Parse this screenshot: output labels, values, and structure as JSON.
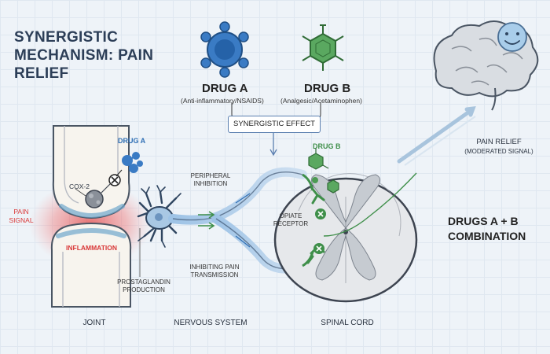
{
  "title": "SYNERGISTIC MECHANISM: PAIN RELIEF",
  "drug_a": {
    "name": "DRUG A",
    "description": "(Anti-inflammatory/NSAIDS)",
    "tag": "DRUG A"
  },
  "drug_b": {
    "name": "DRUG B",
    "description": "(Analgesic/Acetaminophen)",
    "tag": "DRUG B"
  },
  "synergy": {
    "label": "SYNERGISTIC EFFECT"
  },
  "joint": {
    "cox2": "COX-2",
    "pain_signal": "PAIN SIGNAL",
    "inflammation": "INFLAMMATION",
    "prostaglandin": "PROSTAGLANDIN PRODUCTION"
  },
  "nerve": {
    "peripheral": "PERIPHERAL INHIBITION",
    "inhibiting": "INHIBITING PAIN TRANSMISSION"
  },
  "spinal": {
    "opiate": "OPIATE RECEPTOR"
  },
  "brain": {
    "pain_relief": "PAIN RELIEF",
    "moderated": "(MODERATED SIGNAL)"
  },
  "combination": "DRUGS A + B COMBINATION",
  "captions": {
    "joint": "JOINT",
    "nervous": "NERVOUS SYSTEM",
    "spinal": "SPINAL CORD"
  },
  "colors": {
    "drug_a": "#2f6fb5",
    "drug_b": "#3f8f4a",
    "pain": "#d93838",
    "synergy_accent": "#5b7fb0"
  }
}
